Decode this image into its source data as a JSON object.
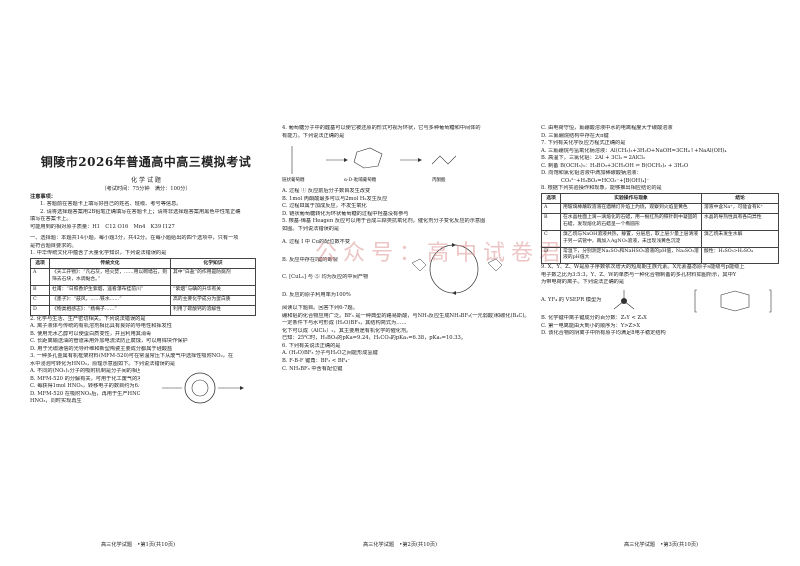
{
  "page1": {
    "title": "铜陵市2026年普通高中高三模拟考试",
    "subject": "化 学 试 题",
    "exam_info": "（考试时间：75分钟　满分：100分）",
    "notes_header": "注意事项：",
    "notes": [
      "1. 答题前在答题卡上填写好自己的姓名、班级、考号等信息。",
      "2. 请将选择题答案用2B铅笔正确填写在答题卡上；请将非选择题答案用黑色中性笔正确",
      "填写在答案卡上。"
    ],
    "atomic_masses": "可能用到的相对原子质量：H1　C12 O16　Mn4　K39 I127",
    "section1": "一、选择题：本题共14小题，每小题3分，共42分。在每小题给出的四个选项中，只有一项",
    "section1b": "是符合题目要求的。",
    "q1": "1. 中华传统文化中蕴含了大量化学知识，下列说法错误的是",
    "q1_table_headers": [
      "选项",
      "传统文化",
      "化学知识"
    ],
    "q1_rows": [
      [
        "A",
        "《天工开物》：“凡石灰，经火焚，……用以砌墙石，则筛去石块，水调黏合。”",
        "其中“白盐”的作用是防腐剂"
      ],
      [
        "B",
        "杜甫：“日照香炉生紫烟，遥看瀑布挂前川”",
        "“紫烟”与碘的升华有关"
      ],
      [
        "C",
        "《墨子》：“鼓风，……铁水……”",
        "高的主要化学成分为蛋白质"
      ],
      [
        "D",
        "《物类相感志》：“杨梅子……”",
        "利用了碳酸钙的溶解性"
      ]
    ],
    "q2": "2. 化学与生活、生产密切相关。下列说法错误的是",
    "q2_options": [
      "A. 离子液体与传统的有机溶剂相比具有良好的导电性和挥发性",
      "B. 使用无水乙醇可以使蛋白质变性，并且利用其消毒",
      "C. 长距离输送油的管道采用外加电流法防止腐蚀，可以用锌块作保护",
      "D. 用于光缆通信的光导纤维和新型陶瓷主要成分都属于硅酸盐"
    ],
    "q3": "3. 一种多孔金属有机框架材料(MFM-520)可在常温常压下从废气中选择性吸附NO₂，在",
    "q3b": "水中浸泡可转化为HNO₃，原理示意图如下。下列说法错误的是",
    "q3_options": [
      "A. 不同的(NO₂)₂分子的吸附机制是分子间的相互作用力",
      "B. MFM-520 的分解有关，可用于化工废气的净化",
      "C. 每获得1mol HNO₃，转移电子的数目约为6.02×10²³",
      "D. MFM-520 在吸附NO₂后，再用于生产HNO₃",
      "HNO₃，同时实现再生"
    ],
    "footer": "高三化学试题　•第1页(共10页)"
  },
  "page2": {
    "q4": "4. 葡萄糖分子中的醛基可以使它被还原的形式可视为环状，它与多种葡萄糖和中间体的",
    "q4b": "有能力。下列说法正确的是",
    "q4_labels": [
      "链状葡萄糖",
      "α-D-吡喃葡萄糖",
      "丙酮酸"
    ],
    "q4_options": [
      "A. 过程 ① 反应前后分子数目发生改变",
      "B. 1mol 丙酮酸最多可以与2mol H₂发生反应",
      "C. 过程Ⅲ属于加成反应，不发生氧化",
      "D. 链状葡萄糖转化为环状葡萄糖的过程中羟基没有参与"
    ],
    "q5": "5. 羰基-烯基 Heagen 反应可以用于合成三萜类抗氧化剂，催化剂分子变化反应的示意图",
    "q5b": "如图。下列说法错误的是",
    "q5_options": [
      "A. 过程 Ⅰ 中 Cu的配位数不变",
      "B. 反应中存在Ⅰ键的断裂",
      "C. [CuLₙ] 与 ⑤ 均为反应的中间产物",
      "D. 反应的原子利用率为100%"
    ],
    "q6_intro": "阅读以下题目。回答下列6-7题。",
    "q6_text1": "硼和铝的化合物应用广泛。BF₃ 是一种典型的路易斯酸，与NH₃反应生成NH₃BF₃(一元弱酸)和碳化(B₄C)。",
    "q6_text2": "一定条件下与水可形成 (H₂O)BF₃，其结构简式为……",
    "q6_text3": "化下可以成（AlCl₃）₂，其主要用途有机化学的催化剂。",
    "q6_text4": "已知：25℃时，H₃BO₃的pKa=9.24，H₂CO₃的pKa₁=6.38，pKa₂=10.33。",
    "q6": "6. 下列有关说法正确的是",
    "q6_options": [
      "A. (H₂O)BF₃ 分子与H₂O之间能形成氢键",
      "B. F-B-F 键角：BF₃ < BF₄⁻",
      "C. NH₃BF₃ 中含有配位键"
    ],
    "watermark": "公众号：高中试卷君",
    "footer": "高三化学试题　•第2页(共10页)"
  },
  "page3": {
    "q6_cd": [
      "C. 由电荷守恒，氟硼酸溶液中水的电离程度大于碳酸溶液",
      "D. 三氟硼烷结构中存在大π键"
    ],
    "q7": "7. 下列有关化学反应方程式正确的是",
    "q7_options": [
      "A. 三氟硼烷与氢氧化钠溶液：Al(CH₃)₃+3H₂O+NaOH=3CH₄↑+NaAl(OH)₄",
      "B. 高温下，三氯化铝：2Al + 3Cl₂ ═ 2AlCl₃",
      "C. 制备 B(OCH₃)₃：H₃BO₃+3CH₃OH ⇌ B(OCH₃)₃ + 3H₂O",
      "D. 向饱和氯化铝溶液中滴加稀碳酸钠溶液：",
      "CO₃²⁻+H₃BO₃=HCO₃⁻+[B(OH)₄]⁻"
    ],
    "q8": "8. 根据下列实验操作和现象，能够推出相应结论的是",
    "q8_headers": [
      "选项",
      "实验操作与现象",
      "结论"
    ],
    "q8_rows": [
      [
        "A",
        "用玻璃棒蘸取溶液在酒精灯外焰上灼烧，观察到火焰呈黄色",
        "溶液中含Na⁺，可能含有K⁺"
      ],
      [
        "B",
        "在水晶柱面上滴一滴熔化的石蜡，用一根红热的铁针刺中凝固的石蜡，发现熔化的石蜡呈一个椭圆形",
        "水晶的导热性具有各向异性"
      ],
      [
        "C",
        "溴乙烷与NaOH溶液共热，静置，分层后，取上层少量上层清液于另一试管中，再加入AgNO₃溶液，未出现浅黄色沉淀",
        "溴乙烷未发生水解"
      ],
      [
        "D",
        "常温下，分别测定Na₂SO₃和NaHSO₃溶液的pH值，Na₂SO₃溶液的pH值大",
        "酸性：H₂SO₃>H₂SO₄"
      ]
    ],
    "q9": "9. X、Y、Z、W是原子序数依次增大的短周期主族元素。X元素基态原子s能级与p能级上",
    "q9b": "电子数之比为3:5:3，Y、Z、W的单质与一种化合物制备的多孔材料如图所示，其中Y",
    "q9c": "为带电荷的离子。下列说法正确的是",
    "q9_options": [
      "A. YF₄ 的 VSEPR 模型为",
      "B. 化学键中离子键成分的百分数：Z₃Y < Z₃X",
      "C. 第一电离能由大到小的顺序为：Y>Z>X",
      "D. 该化合物的阴离子中所有原子均满足8电子稳定结构"
    ],
    "footer": "高三化学试题　•第3页(共10页)"
  }
}
